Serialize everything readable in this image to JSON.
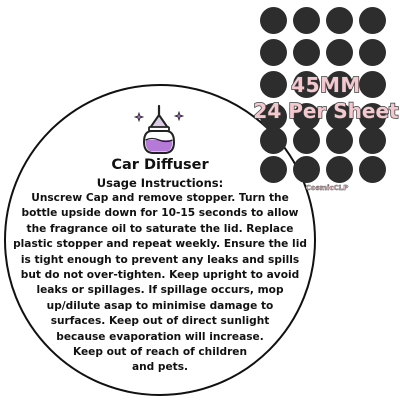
{
  "label": {
    "icon": "car-diffuser-icon",
    "title": "Car Diffuser",
    "subtitle": "Usage Instructions:",
    "lines": [
      "Unscrew Cap and remove stopper. Turn the",
      "bottle upside down for 10-15 seconds to allow",
      "the fragrance oil to saturate the lid. Replace",
      "plastic stopper and repeat weekly. Ensure the lid",
      "is tight enough to prevent any leaks and spills",
      "but do not over-tighten. Keep upright to avoid",
      "leaks or spillages. If spillage occurs, mop",
      "up/dilute asap to minimise damage to",
      "surfaces. Keep out of direct sunlight",
      "because evaporation will increase.",
      "Keep out of reach of children",
      "and pets."
    ]
  },
  "sheet_preview": {
    "size": "45MM",
    "count": "24 Per Sheet",
    "brand": "CosmicCLP"
  },
  "colors": {
    "dot": "#2d2d2d",
    "overlay_text": "#f3c9cf",
    "icon_liquid": "#b57ad8",
    "icon_outline": "#222222"
  }
}
